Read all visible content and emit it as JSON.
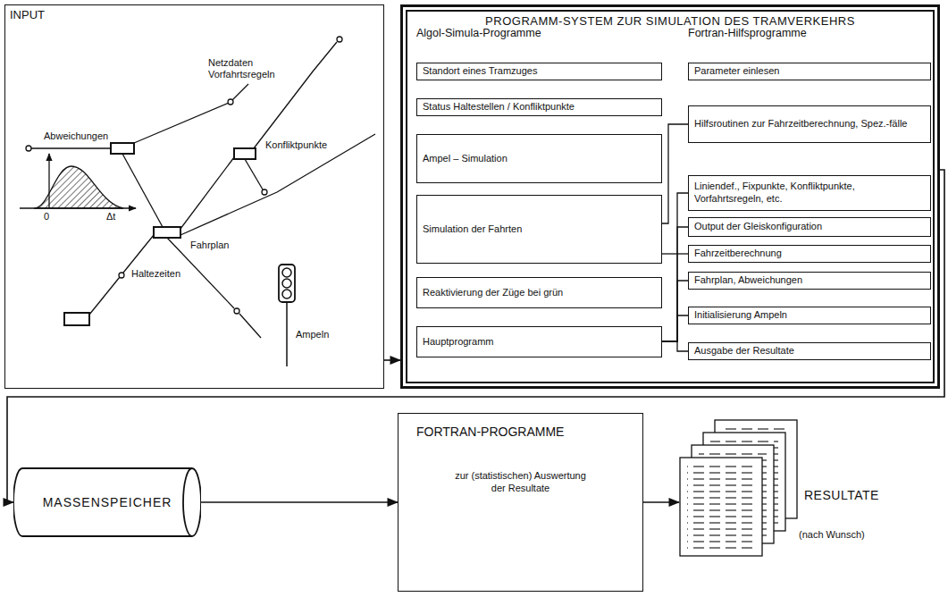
{
  "diagram": {
    "nodes": [
      {
        "text": [
          "INPUT"
        ]
      },
      {
        "text": [
          "PROGRAMM-SYSTEM ZUR SIMULATION DES TRAMVERKEHRS"
        ]
      },
      {
        "text": [
          "Algol-Simula-Programme"
        ],
        "in": 1
      },
      {
        "text": [
          "Standort eines Tramzuges"
        ],
        "in": 2
      },
      {
        "text": [
          "Status Haltestellen / Konfliktpunkte"
        ],
        "in": 2
      },
      {
        "text": [
          "Ampel – Simulation"
        ],
        "in": 2
      },
      {
        "text": [
          "Simulation der Fahrten"
        ],
        "in": 2
      },
      {
        "text": [
          "Reaktivierung der Züge bei grün"
        ],
        "in": 2
      },
      {
        "text": [
          "Hauptprogramm"
        ],
        "in": 2
      },
      {
        "text": [
          "Fortran-Hilfsprogramme"
        ],
        "in": 1
      },
      {
        "text": [
          "Parameter einlesen"
        ],
        "in": 9
      },
      {
        "text": [
          "Hilfsroutinen zur Fahrzeitberechnung, Spez.-fälle"
        ],
        "in": 9
      },
      {
        "text": [
          "Liniendef., Fixpunkte, Konfliktpunkte, Vorfahrtsregeln, etc."
        ],
        "in": 9
      },
      {
        "text": [
          "Output der Gleiskonfiguration"
        ],
        "in": 9
      },
      {
        "text": [
          "Fahrzeitberechnung"
        ],
        "in": 9
      },
      {
        "text": [
          "Fahrplan, Abweichungen"
        ],
        "in": 9
      },
      {
        "text": [
          "Initialisierung Ampeln"
        ],
        "in": 9
      },
      {
        "text": [
          "Ausgabe der Resultate"
        ],
        "in": 9
      },
      {
        "text": [
          "MASSENSPEICHER"
        ]
      },
      {
        "text": [
          "FORTRAN-PROGRAMME",
          "zur (statistischen) Auswertung der Resultate"
        ]
      },
      {
        "text": [
          "RESULTATE",
          "(nach Wunsch)"
        ]
      }
    ],
    "edges": [
      {
        "from": 0,
        "to": 1,
        "arrow": "to"
      },
      {
        "from": 1,
        "to": 18,
        "arrow": "to"
      },
      {
        "from": 18,
        "to": 19,
        "arrow": "to"
      },
      {
        "from": 19,
        "to": 20,
        "arrow": "to"
      },
      {
        "from": 6,
        "to": 11,
        "arrow": "none"
      },
      {
        "from": 6,
        "to": 14,
        "arrow": "none"
      },
      {
        "from": 8,
        "to": 12,
        "arrow": "none"
      },
      {
        "from": 8,
        "to": 13,
        "arrow": "none"
      },
      {
        "from": 8,
        "to": 15,
        "arrow": "none"
      },
      {
        "from": 8,
        "to": 16,
        "arrow": "none"
      },
      {
        "from": 8,
        "to": 17,
        "arrow": "none"
      }
    ],
    "labels": [
      "Netzdaten Vorfahrtsregeln",
      "Konfliktpunkte",
      "Abweichungen",
      "0",
      "Δt",
      "Fahrplan",
      "Haltezeiten",
      "Ampeln"
    ]
  }
}
